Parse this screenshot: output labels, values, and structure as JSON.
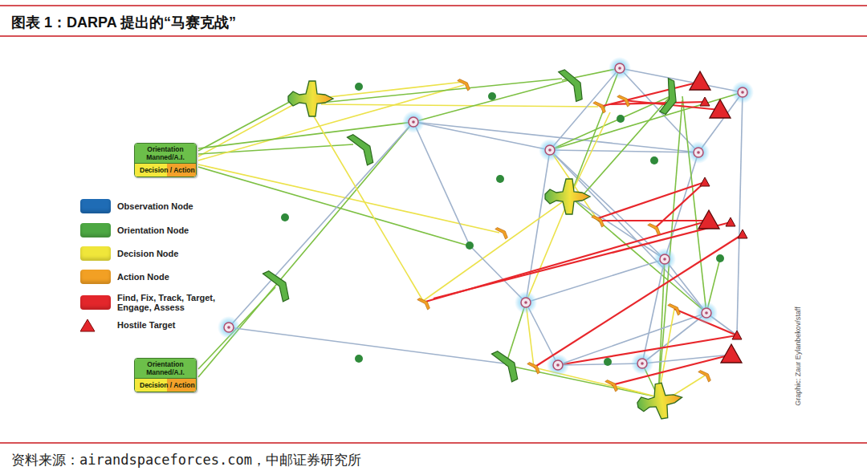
{
  "diagram": {
    "title": "图表 1：DARPA 提出的“马赛克战”",
    "caption": "资料来源：airandspaceforces.com，中邮证券研究所",
    "nodes": [
      {
        "text": [
          "Orientation Manned/A.I.",
          "Decision / Action"
        ]
      },
      {
        "text": [
          "Orientation Manned/A.I.",
          "Decision / Action"
        ]
      }
    ],
    "labels": [
      "Graphic: Zaur Eylanbekov/staff"
    ],
    "legend": [
      {
        "text": "Observation Node",
        "color": "#1f6cb5"
      },
      {
        "text": "Orientation Node",
        "color": "#4da843"
      },
      {
        "text": "Decision Node",
        "color": "#f0e63a"
      },
      {
        "text": "Action Node",
        "color": "#f2a024"
      },
      {
        "text": "Find, Fix, Track, Target, Engage, Assess",
        "color": "#e3262b"
      },
      {
        "text": "Hostile Target"
      }
    ]
  }
}
